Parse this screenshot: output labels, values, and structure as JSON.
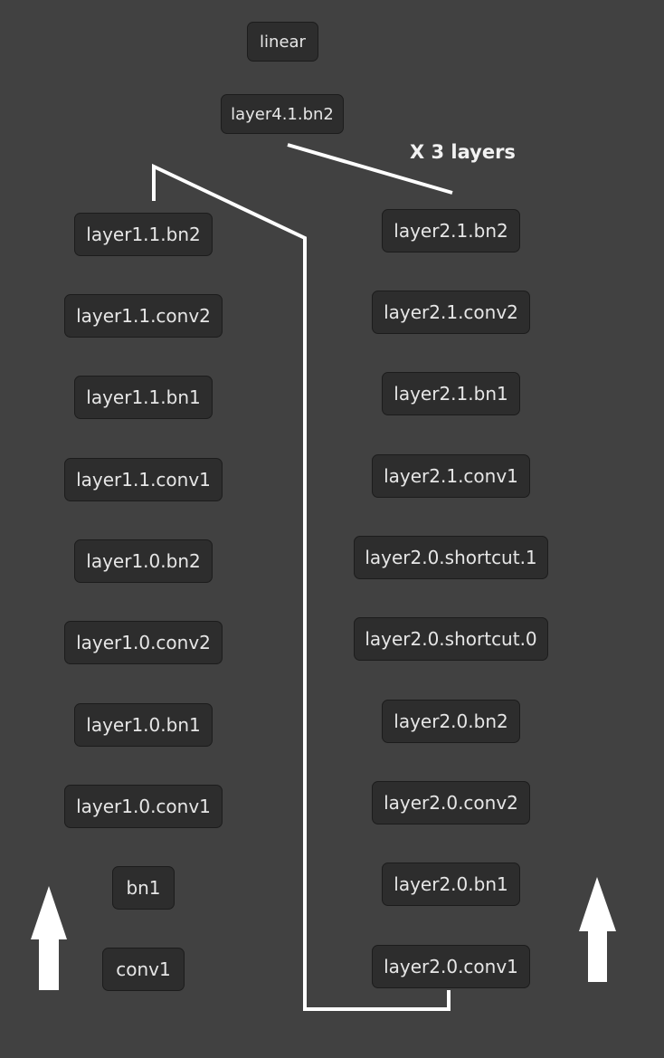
{
  "top_nodes": {
    "linear": "linear",
    "layer4_bn2": "layer4.1.bn2"
  },
  "annotation": "X 3 layers",
  "left_column": [
    "layer1.1.bn2",
    "layer1.1.conv2",
    "layer1.1.bn1",
    "layer1.1.conv1",
    "layer1.0.bn2",
    "layer1.0.conv2",
    "layer1.0.bn1",
    "layer1.0.conv1",
    "bn1",
    "conv1"
  ],
  "right_column": [
    "layer2.1.bn2",
    "layer2.1.conv2",
    "layer2.1.bn1",
    "layer2.1.conv1",
    "layer2.0.shortcut.1",
    "layer2.0.shortcut.0",
    "layer2.0.bn2",
    "layer2.0.conv2",
    "layer2.0.bn1",
    "layer2.0.conv1"
  ],
  "colors": {
    "background": "#414141",
    "node_fill": "#2d2d2d",
    "node_border": "#1c1c1c",
    "node_text": "#e6e6e6",
    "connector": "#ffffff"
  }
}
